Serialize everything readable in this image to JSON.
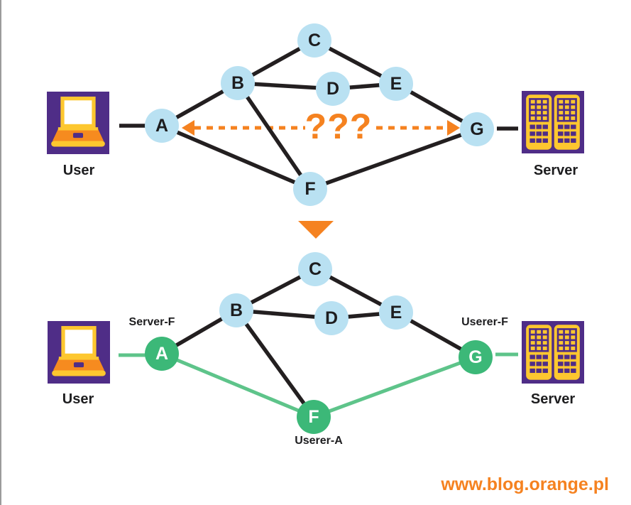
{
  "watermark": "www.blog.orange.pl",
  "colors": {
    "accent_orange": "#f58220",
    "node_blue": "#b9e1f2",
    "node_green": "#3cb878",
    "edge_green": "#5ec48a",
    "edge_black": "#231f20",
    "icon_purple": "#4f2d87",
    "icon_yellow": "#fdc72f",
    "icon_deck_orange": "#f68b1f"
  },
  "top_diagram": {
    "user_label": "User",
    "server_label": "Server",
    "question_text": "???",
    "nodes": {
      "A": "A",
      "B": "B",
      "C": "C",
      "D": "D",
      "E": "E",
      "F": "F",
      "G": "G"
    },
    "edges": [
      "User-A",
      "A-B",
      "B-C",
      "B-D",
      "B-F",
      "A-F",
      "C-E",
      "D-E",
      "E-G",
      "F-G",
      "G-Server"
    ]
  },
  "bottom_diagram": {
    "user_label": "User",
    "server_label": "Server",
    "nodes": {
      "A": "A",
      "B": "B",
      "C": "C",
      "D": "D",
      "E": "E",
      "F": "F",
      "G": "G"
    },
    "highlighted_nodes": [
      "A",
      "F",
      "G"
    ],
    "node_tags": {
      "A": "Server-F",
      "F": "Userer-A",
      "G": "Userer-F"
    },
    "edges_black": [
      "A-B",
      "B-C",
      "B-D",
      "B-F",
      "C-E",
      "D-E",
      "E-G"
    ],
    "edges_green": [
      "User-A",
      "A-F",
      "F-G",
      "G-Server"
    ]
  }
}
